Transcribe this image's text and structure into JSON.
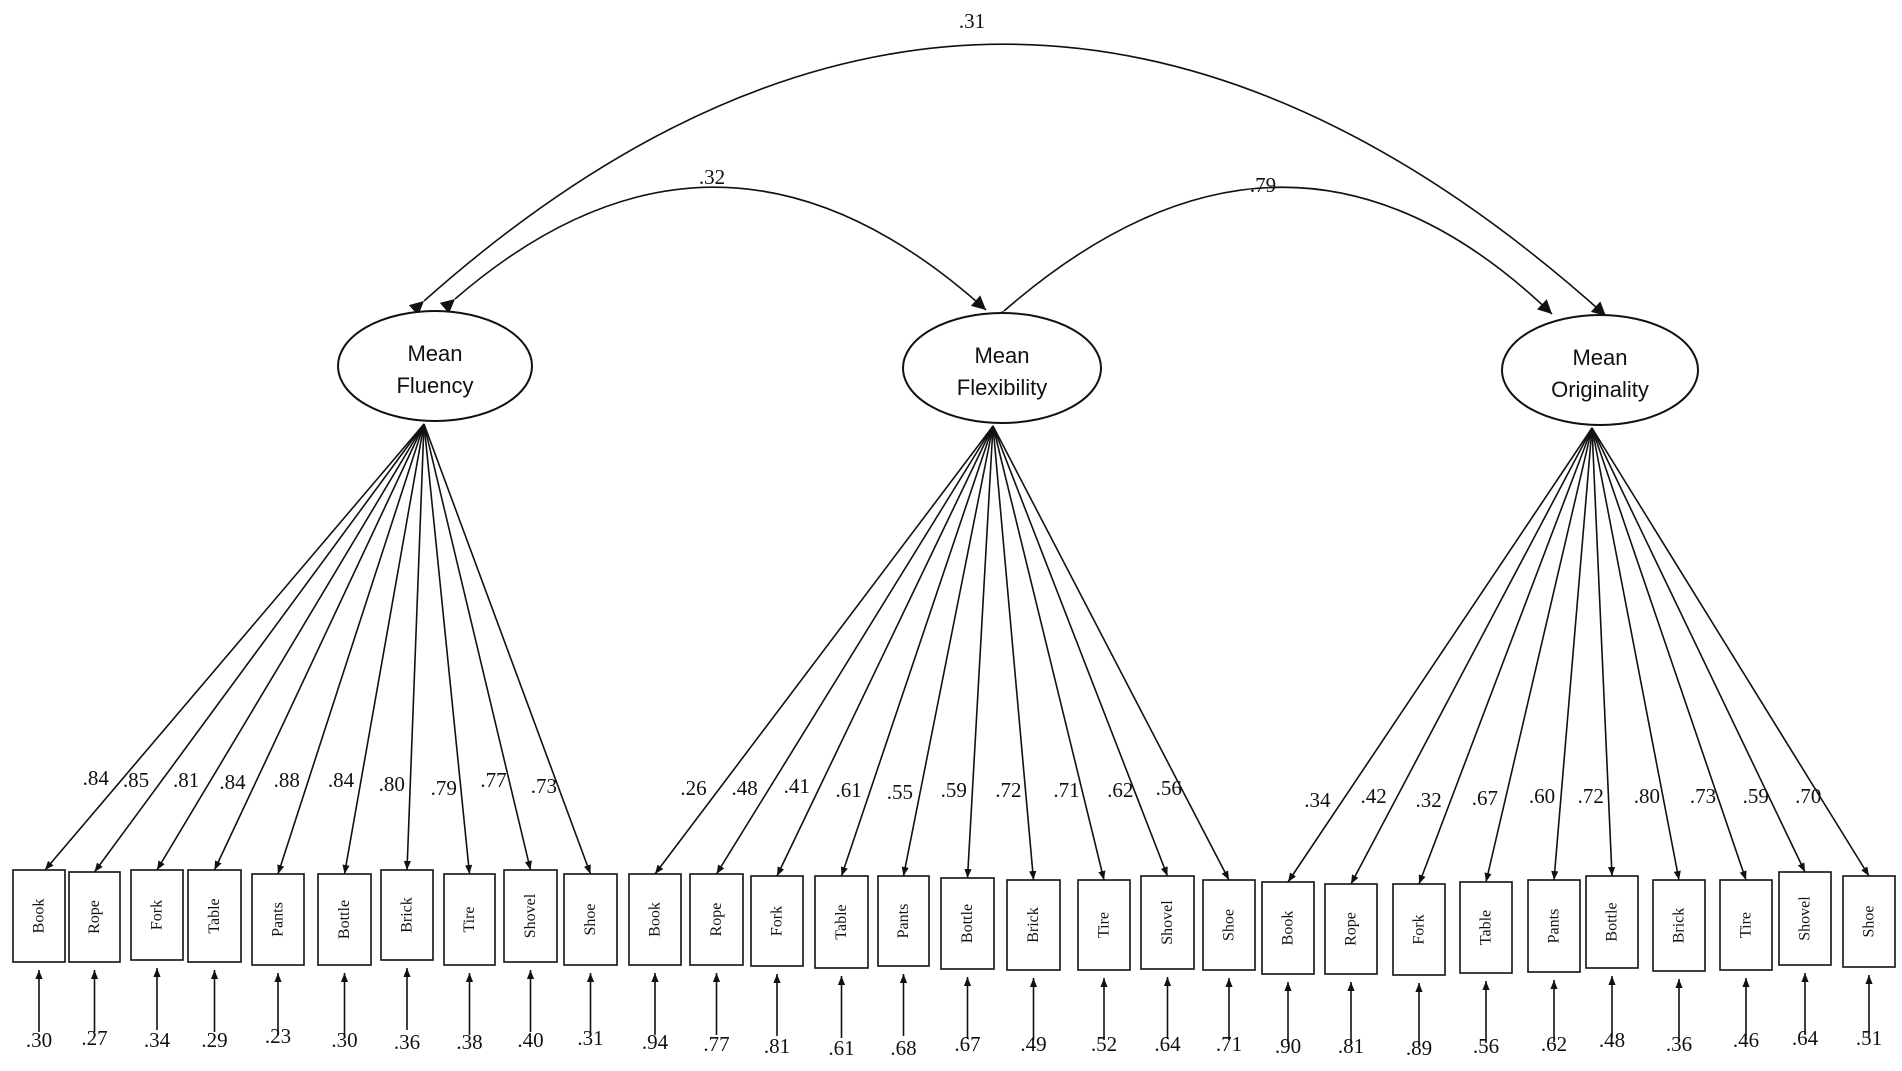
{
  "latents": [
    {
      "id": "fluency",
      "line1": "Mean",
      "line2": "Fluency",
      "indicators": [
        {
          "label": "Book",
          "loading": ".84",
          "error": ".30"
        },
        {
          "label": "Rope",
          "loading": ".85",
          "error": ".27"
        },
        {
          "label": "Fork",
          "loading": ".81",
          "error": ".34"
        },
        {
          "label": "Table",
          "loading": ".84",
          "error": ".29"
        },
        {
          "label": "Pants",
          "loading": ".88",
          "error": ".23"
        },
        {
          "label": "Bottle",
          "loading": ".84",
          "error": ".30"
        },
        {
          "label": "Brick",
          "loading": ".80",
          "error": ".36"
        },
        {
          "label": "Tire",
          "loading": ".79",
          "error": ".38"
        },
        {
          "label": "Shovel",
          "loading": ".77",
          "error": ".40"
        },
        {
          "label": "Shoe",
          "loading": ".73",
          "error": ".31"
        }
      ]
    },
    {
      "id": "flexibility",
      "line1": "Mean",
      "line2": "Flexibility",
      "indicators": [
        {
          "label": "Book",
          "loading": ".26",
          "error": ".94"
        },
        {
          "label": "Rope",
          "loading": ".48",
          "error": ".77"
        },
        {
          "label": "Fork",
          "loading": ".41",
          "error": ".81"
        },
        {
          "label": "Table",
          "loading": ".61",
          "error": ".61"
        },
        {
          "label": "Pants",
          "loading": ".55",
          "error": ".68"
        },
        {
          "label": "Bottle",
          "loading": ".59",
          "error": ".67"
        },
        {
          "label": "Brick",
          "loading": ".72",
          "error": ".49"
        },
        {
          "label": "Tire",
          "loading": ".71",
          "error": ".52"
        },
        {
          "label": "Shovel",
          "loading": ".62",
          "error": ".64"
        },
        {
          "label": "Shoe",
          "loading": ".56",
          "error": ".71"
        }
      ]
    },
    {
      "id": "originality",
      "line1": "Mean",
      "line2": "Originality",
      "indicators": [
        {
          "label": "Book",
          "loading": ".34",
          "error": ".90"
        },
        {
          "label": "Rope",
          "loading": ".42",
          "error": ".81"
        },
        {
          "label": "Fork",
          "loading": ".32",
          "error": ".89"
        },
        {
          "label": "Table",
          "loading": ".67",
          "error": ".56"
        },
        {
          "label": "Pants",
          "loading": ".60",
          "error": ".62"
        },
        {
          "label": "Bottle",
          "loading": ".72",
          "error": ".48"
        },
        {
          "label": "Brick",
          "loading": ".80",
          "error": ".36"
        },
        {
          "label": "Tire",
          "loading": ".73",
          "error": ".46"
        },
        {
          "label": "Shovel",
          "loading": ".59",
          "error": ".64"
        },
        {
          "label": "Shoe",
          "loading": ".70",
          "error": ".51"
        }
      ]
    }
  ],
  "correlations": [
    {
      "from": "fluency",
      "to": "flexibility",
      "value": ".32"
    },
    {
      "from": "flexibility",
      "to": "originality",
      "value": ".79"
    },
    {
      "from": "fluency",
      "to": "originality",
      "value": ".31"
    }
  ]
}
